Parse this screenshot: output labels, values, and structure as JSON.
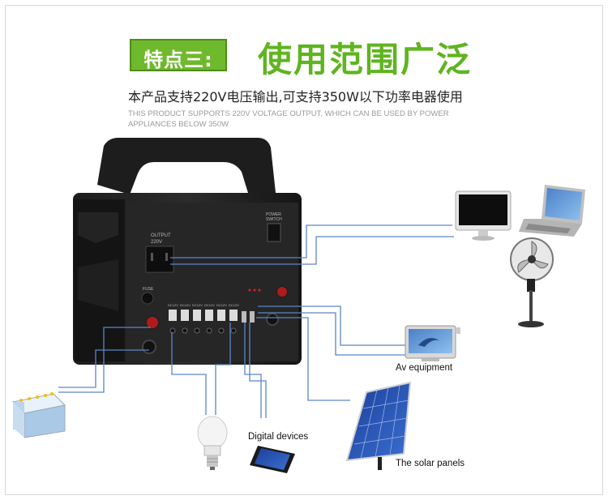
{
  "badge": "特点三:",
  "headline": "使用范围广泛",
  "subtitle": "本产品支持220V电压输出,可支持350W以下功率电器使用",
  "subtitle_en": "THIS PRODUCT SUPPORTS 220V VOLTAGE OUTPUT, WHICH CAN BE USED BY POWER APPLIANCES BELOW 350W",
  "device_text": {
    "output": "OUTPUT",
    "output_v": "220V",
    "power_switch": "POWER",
    "power_switch2": "SWITCH",
    "fuse": "FUSE",
    "dc_labels": [
      "DC12V",
      "DC12V",
      "DC12V",
      "DC12V",
      "DC12V",
      "DC12V"
    ]
  },
  "labels": {
    "av": "Av equipment",
    "digital": "Digital devices",
    "solar": "The solar panels"
  },
  "colors": {
    "accent_green": "#6fb92c",
    "headline_green": "#5fb41f",
    "line_blue": "#5a86c8"
  },
  "icons": [
    "battery-icon",
    "bulb-icon",
    "phone-icon",
    "solar-panel-icon",
    "tv-icon",
    "fan-icon",
    "monitor-icon",
    "laptop-icon",
    "generator-icon"
  ]
}
